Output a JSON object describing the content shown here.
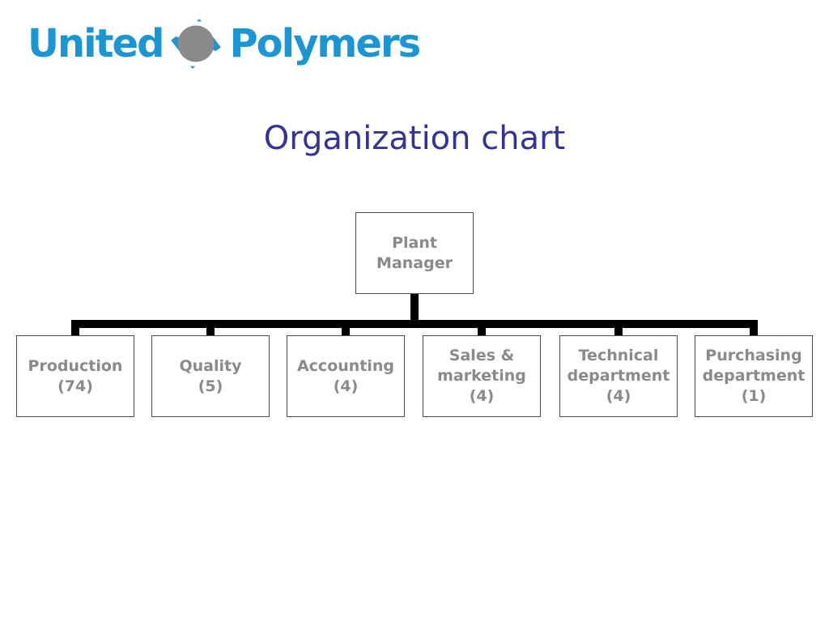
{
  "logo": {
    "word1": "United",
    "word2": "Polymers"
  },
  "title": {
    "text": "Organization chart"
  },
  "org_chart": {
    "root": {
      "lines": [
        "Plant",
        "Manager"
      ]
    },
    "children": [
      {
        "lines": [
          "Production",
          "(74)"
        ]
      },
      {
        "lines": [
          "Quality",
          "(5)"
        ]
      },
      {
        "lines": [
          "Accounting",
          "(4)"
        ]
      },
      {
        "lines": [
          "Sales &",
          "marketing",
          "(4)"
        ]
      },
      {
        "lines": [
          "Technical",
          "department",
          "(4)"
        ]
      },
      {
        "lines": [
          "Purchasing",
          "department",
          "(1)"
        ]
      }
    ]
  },
  "colors": {
    "logo_blue": "#1996d3",
    "logo_circle_gray": "#8a8a8a",
    "title_blue": "#333399",
    "node_text_gray": "#8a8a8a",
    "node_border": "#4d4d4d",
    "connector_black": "#000000"
  }
}
